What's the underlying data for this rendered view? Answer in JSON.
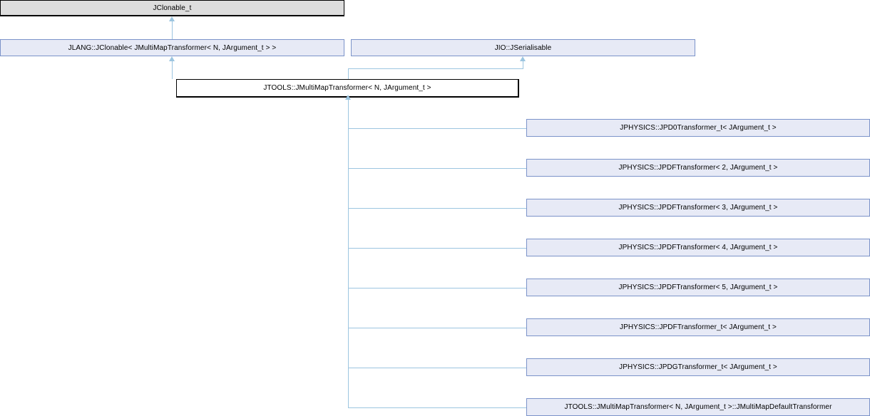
{
  "diagram": {
    "kind": "class-inheritance-graph",
    "colors": {
      "root_fill": "#dddddd",
      "root_border": "#000000",
      "base_fill": "#e7eaf6",
      "base_border": "#7b93c9",
      "current_fill": "#ffffff",
      "current_border": "#000000",
      "edge": "#9cc5e0",
      "background": "#ffffff"
    },
    "nodes": {
      "root": {
        "label": "JClonable_t"
      },
      "base_left": {
        "label": "JLANG::JClonable< JMultiMapTransformer< N, JArgument_t > >"
      },
      "base_right": {
        "label": "JIO::JSerialisable"
      },
      "current": {
        "label": "JTOOLS::JMultiMapTransformer< N, JArgument_t >"
      }
    },
    "derived": [
      {
        "label": "JPHYSICS::JPD0Transformer_t< JArgument_t >"
      },
      {
        "label": "JPHYSICS::JPDFTransformer< 2, JArgument_t >"
      },
      {
        "label": "JPHYSICS::JPDFTransformer< 3, JArgument_t >"
      },
      {
        "label": "JPHYSICS::JPDFTransformer< 4, JArgument_t >"
      },
      {
        "label": "JPHYSICS::JPDFTransformer< 5, JArgument_t >"
      },
      {
        "label": "JPHYSICS::JPDFTransformer_t< JArgument_t >"
      },
      {
        "label": "JPHYSICS::JPDGTransformer_t< JArgument_t >"
      },
      {
        "label": "JTOOLS::JMultiMapTransformer< N, JArgument_t >::JMultiMapDefaultTransformer"
      }
    ]
  }
}
